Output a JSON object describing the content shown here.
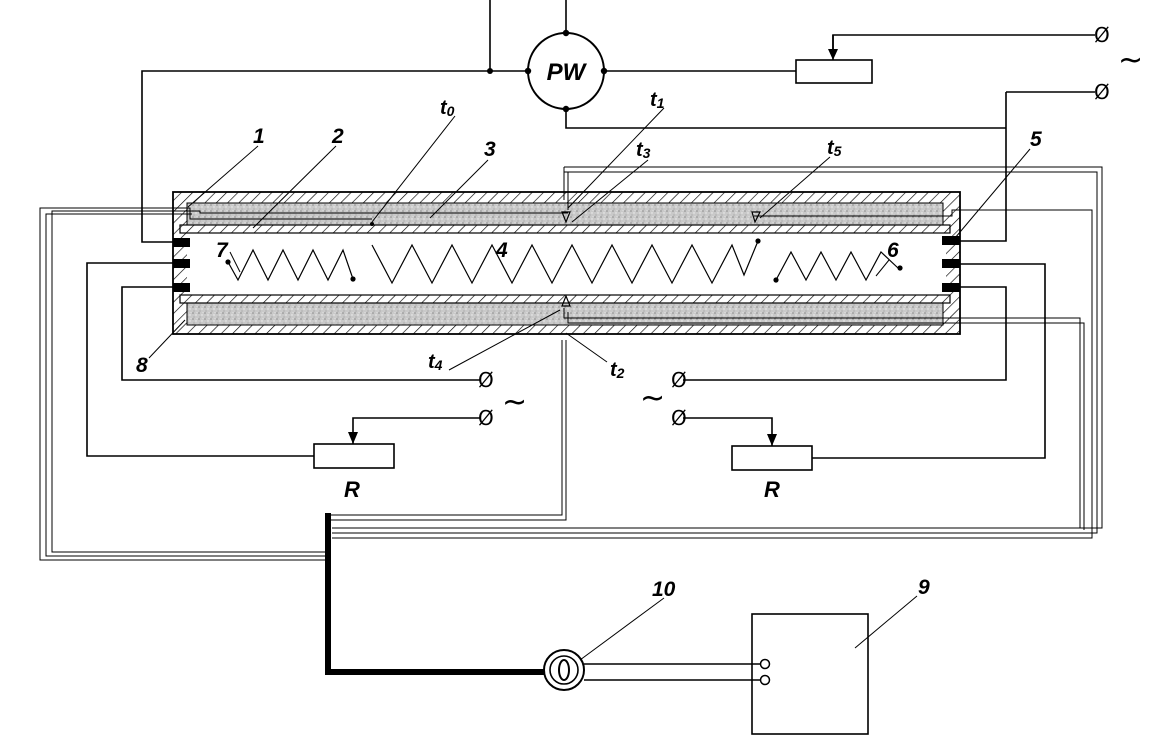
{
  "diagram": {
    "meter_label": "PW",
    "parts": {
      "p1": "1",
      "p2": "2",
      "p3": "3",
      "p4": "4",
      "p5": "5",
      "p6": "6",
      "p7": "7",
      "p8": "8",
      "p9": "9",
      "p10": "10"
    },
    "thermocouples": {
      "t0": {
        "base": "t",
        "sub": "0"
      },
      "t1": {
        "base": "t",
        "sub": "1"
      },
      "t2": {
        "base": "t",
        "sub": "2"
      },
      "t3": {
        "base": "t",
        "sub": "3"
      },
      "t4": {
        "base": "t",
        "sub": "4"
      },
      "t5": {
        "base": "t",
        "sub": "5"
      }
    },
    "rheostat_left": "R",
    "rheostat_right": "R",
    "terminal_symbol": "Ø",
    "ac_symbol": "~"
  }
}
